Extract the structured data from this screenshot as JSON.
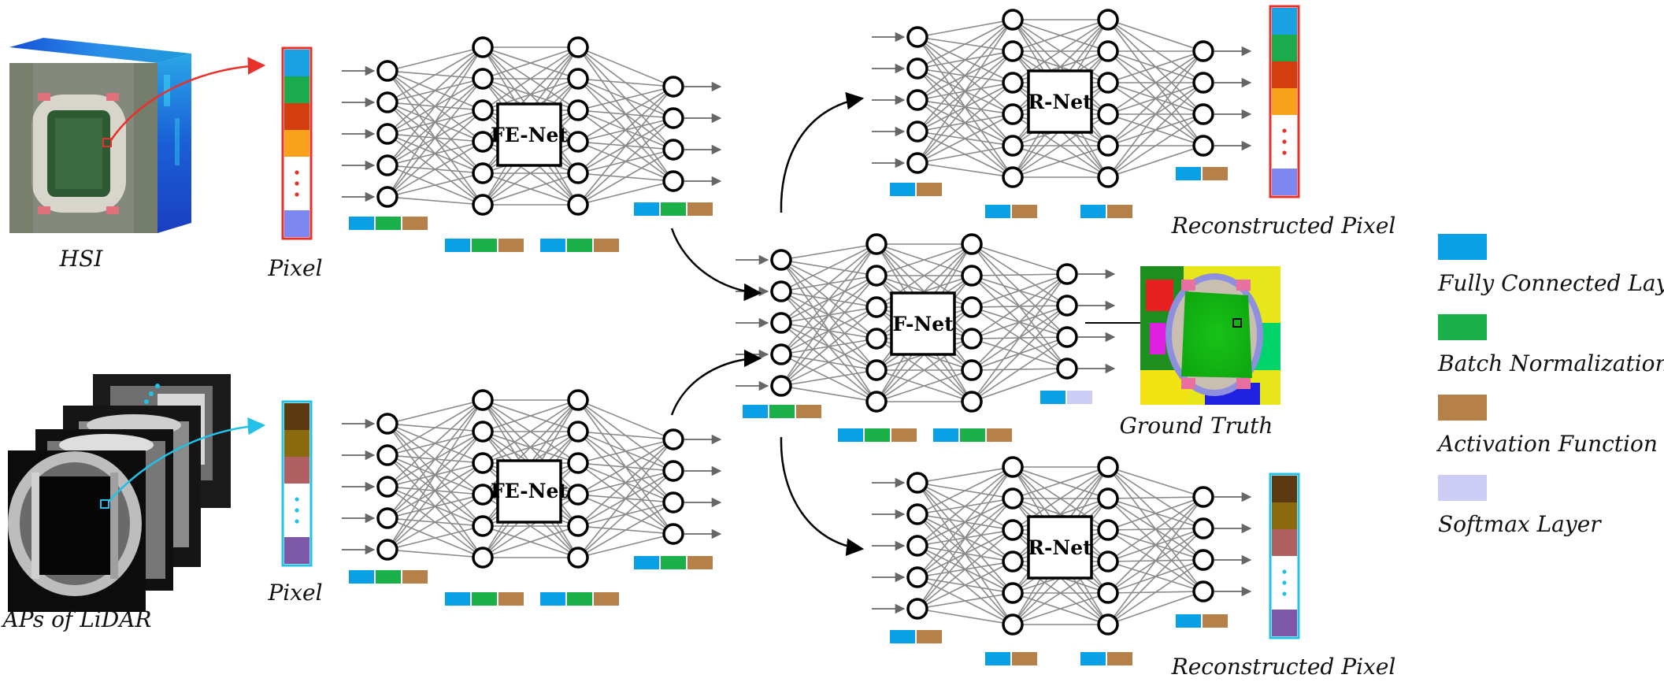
{
  "colors": {
    "fc": "#0aa0e6",
    "bn": "#1bb04a",
    "act": "#b58149",
    "softmax": "#ccccf4",
    "hsi_border": "#e8312a",
    "lidar_border": "#22c2e8",
    "node_stroke": "#000000",
    "edge": "#8a8a8a"
  },
  "labels": {
    "hsi": "HSI",
    "lidar": "APs of LiDAR",
    "pixel_hsi": "Pixel",
    "pixel_lidar": "Pixel",
    "ground_truth": "Ground Truth",
    "recon_top": "Reconstructed Pixel",
    "recon_bottom": "Reconstructed Pixel"
  },
  "networks": {
    "fe_top": "FE-Net",
    "fe_bottom": "FE-Net",
    "f_net": "F-Net",
    "r_top": "R-Net",
    "r_bottom": "R-Net"
  },
  "legend": [
    {
      "label": "Fully Connected Layer",
      "color_key": "fc"
    },
    {
      "label": "Batch Normalization",
      "color_key": "bn"
    },
    {
      "label": "Activation Function",
      "color_key": "act"
    },
    {
      "label": "Softmax Layer",
      "color_key": "softmax"
    }
  ],
  "pixel_vectors": {
    "hsi": [
      "#1aa1e3",
      "#1cab4c",
      "#d23e0f",
      "#f9a11b",
      "dots",
      "#7c87f2"
    ],
    "lidar": [
      "#5b3a12",
      "#8b6a0d",
      "#b06060",
      "dots",
      "#7e58a8"
    ],
    "recon_top": [
      "#1aa1e3",
      "#1cab4c",
      "#d23e0f",
      "#f9a11b",
      "dots",
      "#7c87f2"
    ],
    "recon_bottom": [
      "#5b3a12",
      "#8b6a0d",
      "#b06060",
      "dots",
      "#7e58a8"
    ]
  }
}
